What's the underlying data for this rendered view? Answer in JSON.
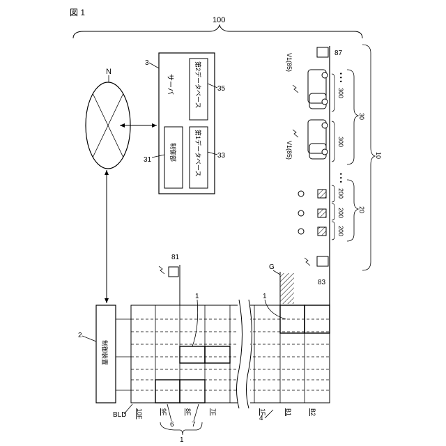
{
  "figure_label": "図 1",
  "system_ref": "100",
  "network": "N",
  "server": {
    "ref": "3",
    "title": "サーバ",
    "controller": "制御部",
    "controller_ref": "31",
    "db1": "第1データベース",
    "db1_ref": "33",
    "db2": "第2データベース",
    "db2_ref": "35"
  },
  "building": {
    "ref": "BLD",
    "control_device": "制御装置",
    "control_device_ref": "2",
    "device81": "81",
    "ground": "G",
    "floor_group_ref": "1"
  },
  "floor_labels": [
    "10F",
    "9F",
    "8F",
    "7F",
    "1F",
    "B1",
    "B2"
  ],
  "bracket_refs": {
    "f6": "6",
    "f7": "7",
    "f1": "1",
    "f4": "4"
  },
  "parking": {
    "ref": "10",
    "device83": "83",
    "device87": "87",
    "group20": "20",
    "group30": "30",
    "space200": "200",
    "space300": "300",
    "vehicle": "V1(85)",
    "dots": "• • •"
  }
}
